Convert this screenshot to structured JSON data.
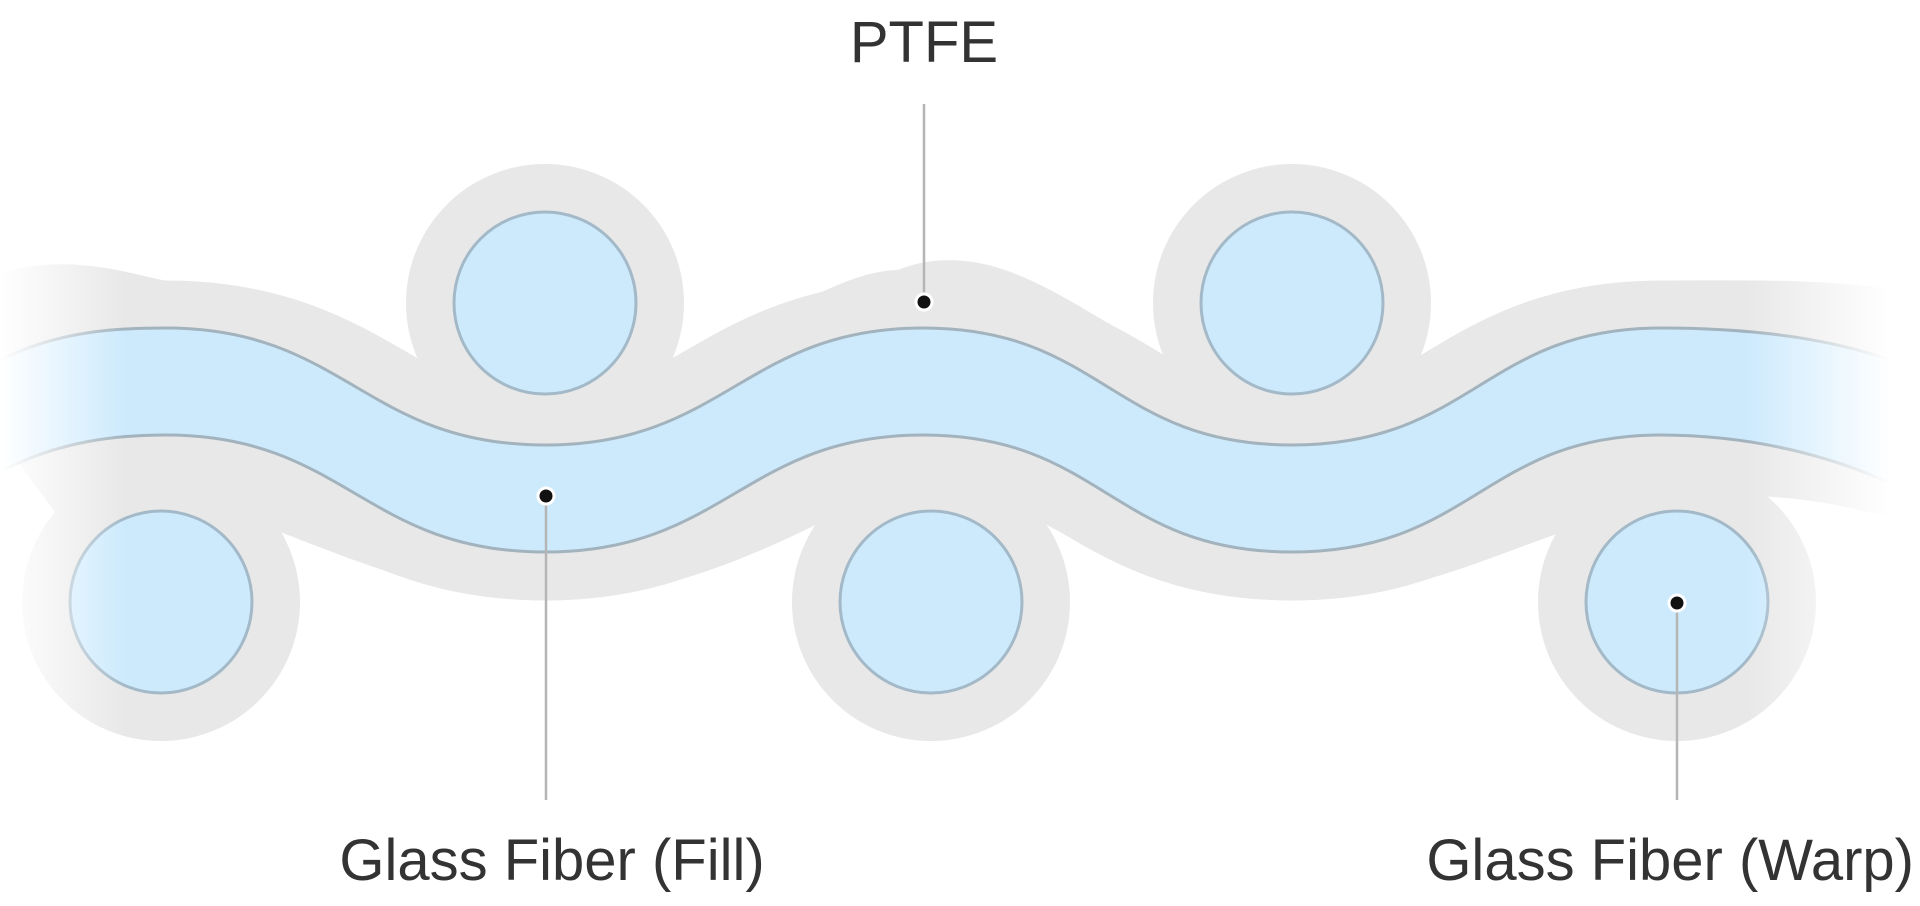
{
  "labels": {
    "ptfe": "PTFE",
    "fill": "Glass Fiber (Fill)",
    "warp": "Glass Fiber (Warp)"
  },
  "colors": {
    "coating": "#e8e8e8",
    "fiber": "#cdeafd",
    "fiber_stroke": "#a3b9c8",
    "leader": "#b5b5b5",
    "marker": "#111111",
    "text": "#333333"
  }
}
